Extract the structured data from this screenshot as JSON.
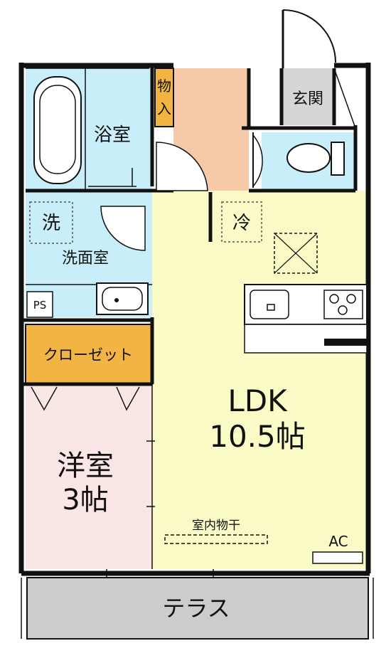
{
  "rooms": {
    "bath": "浴室",
    "storage": "物入",
    "entrance": "玄関",
    "wash_symbol": "洗",
    "washroom": "洗面室",
    "fridge": "冷",
    "ps": "PS",
    "closet": "クローゼット",
    "western_room": "洋室",
    "western_size": "3帖",
    "ldk": "LDK",
    "ldk_size": "10.5帖",
    "indoor_drying": "室内物干",
    "ac": "AC",
    "terrace": "テラス"
  },
  "colors": {
    "wall": "#111111",
    "bath_area": "#c8eef9",
    "ldk_floor": "#fbfbc8",
    "hall_floor": "#f6c9a8",
    "closet_fill": "#f2b544",
    "storage_fill": "#f2b544",
    "entrance_floor": "#d6d6d6",
    "western_floor": "#fbe6e6",
    "terrace_fill": "#cccccc"
  }
}
